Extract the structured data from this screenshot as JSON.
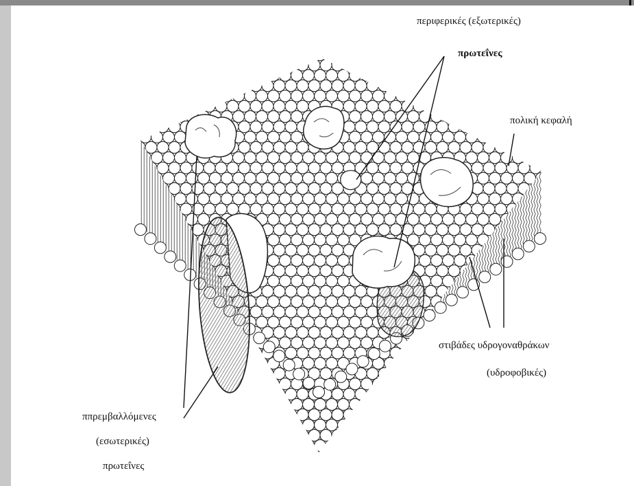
{
  "labels": {
    "peripheral_line1": "περιφερικές (εξωτερικές)",
    "peripheral_line2": "πρωτεΐνες",
    "polar_head": "πολική κεφαλή",
    "hydrocarbon_line1": "στιβάδες υδρογοναθράκων",
    "hydrocarbon_line2": "(υδροφοβικές)",
    "integral_line1": "ππρεμβαλλόμενες",
    "integral_line2": "(εσωτερικές)",
    "integral_line3": "πρωτεΐνες"
  },
  "colors": {
    "background": "#c8c8c8",
    "panel": "#ffffff",
    "ink": "#111111",
    "hatch": "#7a7a7a"
  }
}
